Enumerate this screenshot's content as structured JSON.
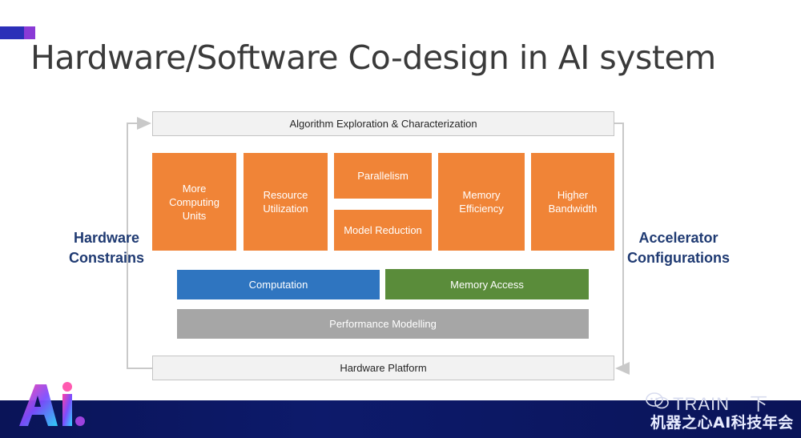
{
  "slide": {
    "title": "Hardware/Software Co-design in AI system"
  },
  "diagram": {
    "top_bar": "Algorithm Exploration & Characterization",
    "bottom_bar": "Hardware Platform",
    "left_label": "Hardware\nConstrains",
    "right_label": "Accelerator\nConfigurations",
    "orange_boxes": {
      "more_computing_units": "More\nComputing\nUnits",
      "resource_utilization": "Resource\nUtilization",
      "parallelism": "Parallelism",
      "model_reduction": "Model Reduction",
      "memory_efficiency": "Memory\nEfficiency",
      "higher_bandwidth": "Higher\nBandwidth"
    },
    "computation": "Computation",
    "memory_access": "Memory Access",
    "performance_modelling": "Performance Modelling"
  },
  "footer": {
    "brand": "TRAIN",
    "brand_suffix": "下",
    "event": "机器之心AI科技年会",
    "logo": "AI"
  },
  "colors": {
    "orange": "#f08437",
    "blue": "#2f75c0",
    "green": "#5a8c3a",
    "gray": "#a6a6a6",
    "label_blue": "#1f3a72",
    "footer_navy": "#0a1458"
  }
}
